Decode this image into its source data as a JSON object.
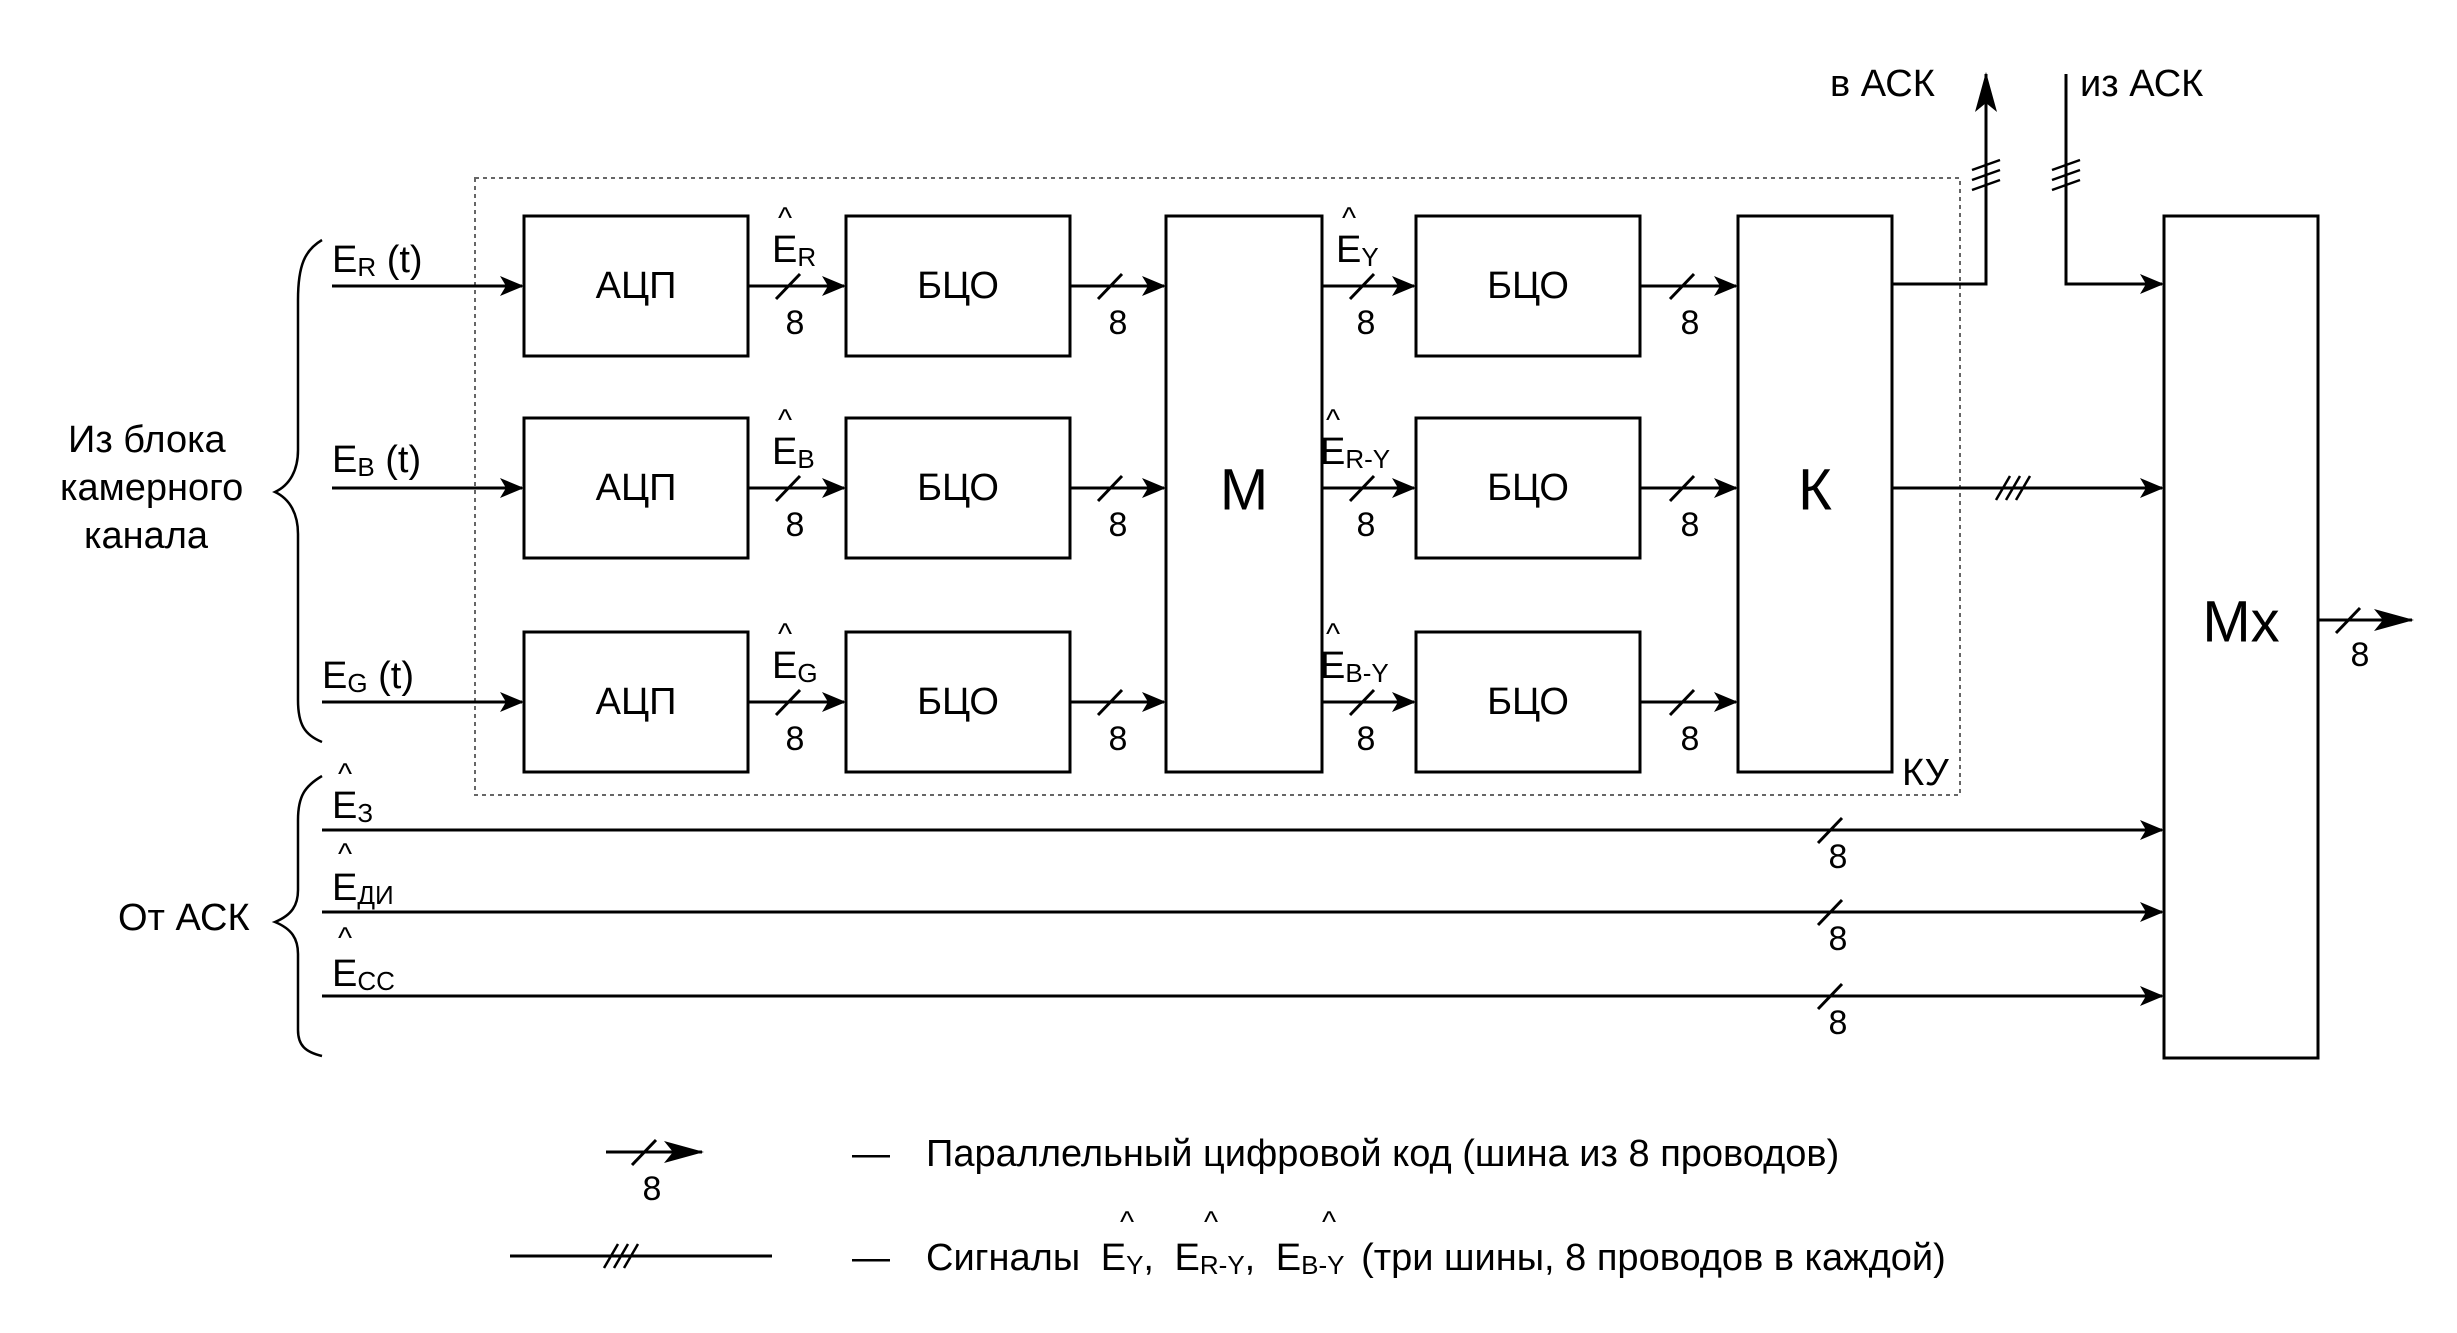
{
  "blocks": {
    "adc": "АЦП",
    "bco": "БЦО",
    "matrix": "М",
    "switch": "К",
    "mux": "Мх",
    "ku": "КУ"
  },
  "inputs": {
    "r": {
      "main": "E",
      "sub": "R",
      "tail": " (t)"
    },
    "b": {
      "main": "E",
      "sub": "B",
      "tail": " (t)"
    },
    "g": {
      "main": "E",
      "sub": "G",
      "tail": " (t)"
    }
  },
  "signals": {
    "er": {
      "main": "E",
      "sub": "R"
    },
    "eb": {
      "main": "E",
      "sub": "B"
    },
    "eg": {
      "main": "E",
      "sub": "G"
    },
    "ey": {
      "main": "E",
      "sub": "Y"
    },
    "ery": {
      "main": "E",
      "sub": "R-Y"
    },
    "eby": {
      "main": "E",
      "sub": "B-Y"
    },
    "ez": {
      "main": "E",
      "sub": "З"
    },
    "edi": {
      "main": "E",
      "sub": "ДИ"
    },
    "ecc": {
      "main": "E",
      "sub": "СС"
    }
  },
  "hat_symbol": "^",
  "bus_width": "8",
  "group_labels": {
    "camera_line1": "Из блока",
    "camera_line2": "камерного",
    "camera_line3": "канала",
    "ask": "От АСК"
  },
  "to_ask": "в АСК",
  "from_ask": "из АСК",
  "legend": {
    "dash": "—",
    "parallel": "Параллельный цифровой код (шина из 8 проводов)",
    "signals_prefix": "Сигналы",
    "comma": ",",
    "signals_suffix": "(три шины, 8 проводов в каждой)"
  }
}
